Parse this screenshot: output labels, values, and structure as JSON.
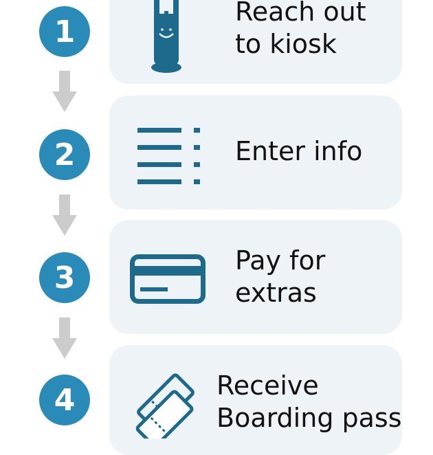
{
  "steps": [
    {
      "number": "1",
      "label": "Reach out\nto kiosk",
      "icon": "kiosk-icon"
    },
    {
      "number": "2",
      "label": "Enter info",
      "icon": "list-icon"
    },
    {
      "number": "3",
      "label": "Pay for\nextras",
      "icon": "credit-card-icon"
    },
    {
      "number": "4",
      "label": "Receive\nBoarding pass",
      "icon": "ticket-icon"
    }
  ],
  "colors": {
    "accent": "#2b8bb8",
    "icon": "#1e6a8d",
    "card": "#eef3f8",
    "arrow": "#cccccc"
  }
}
